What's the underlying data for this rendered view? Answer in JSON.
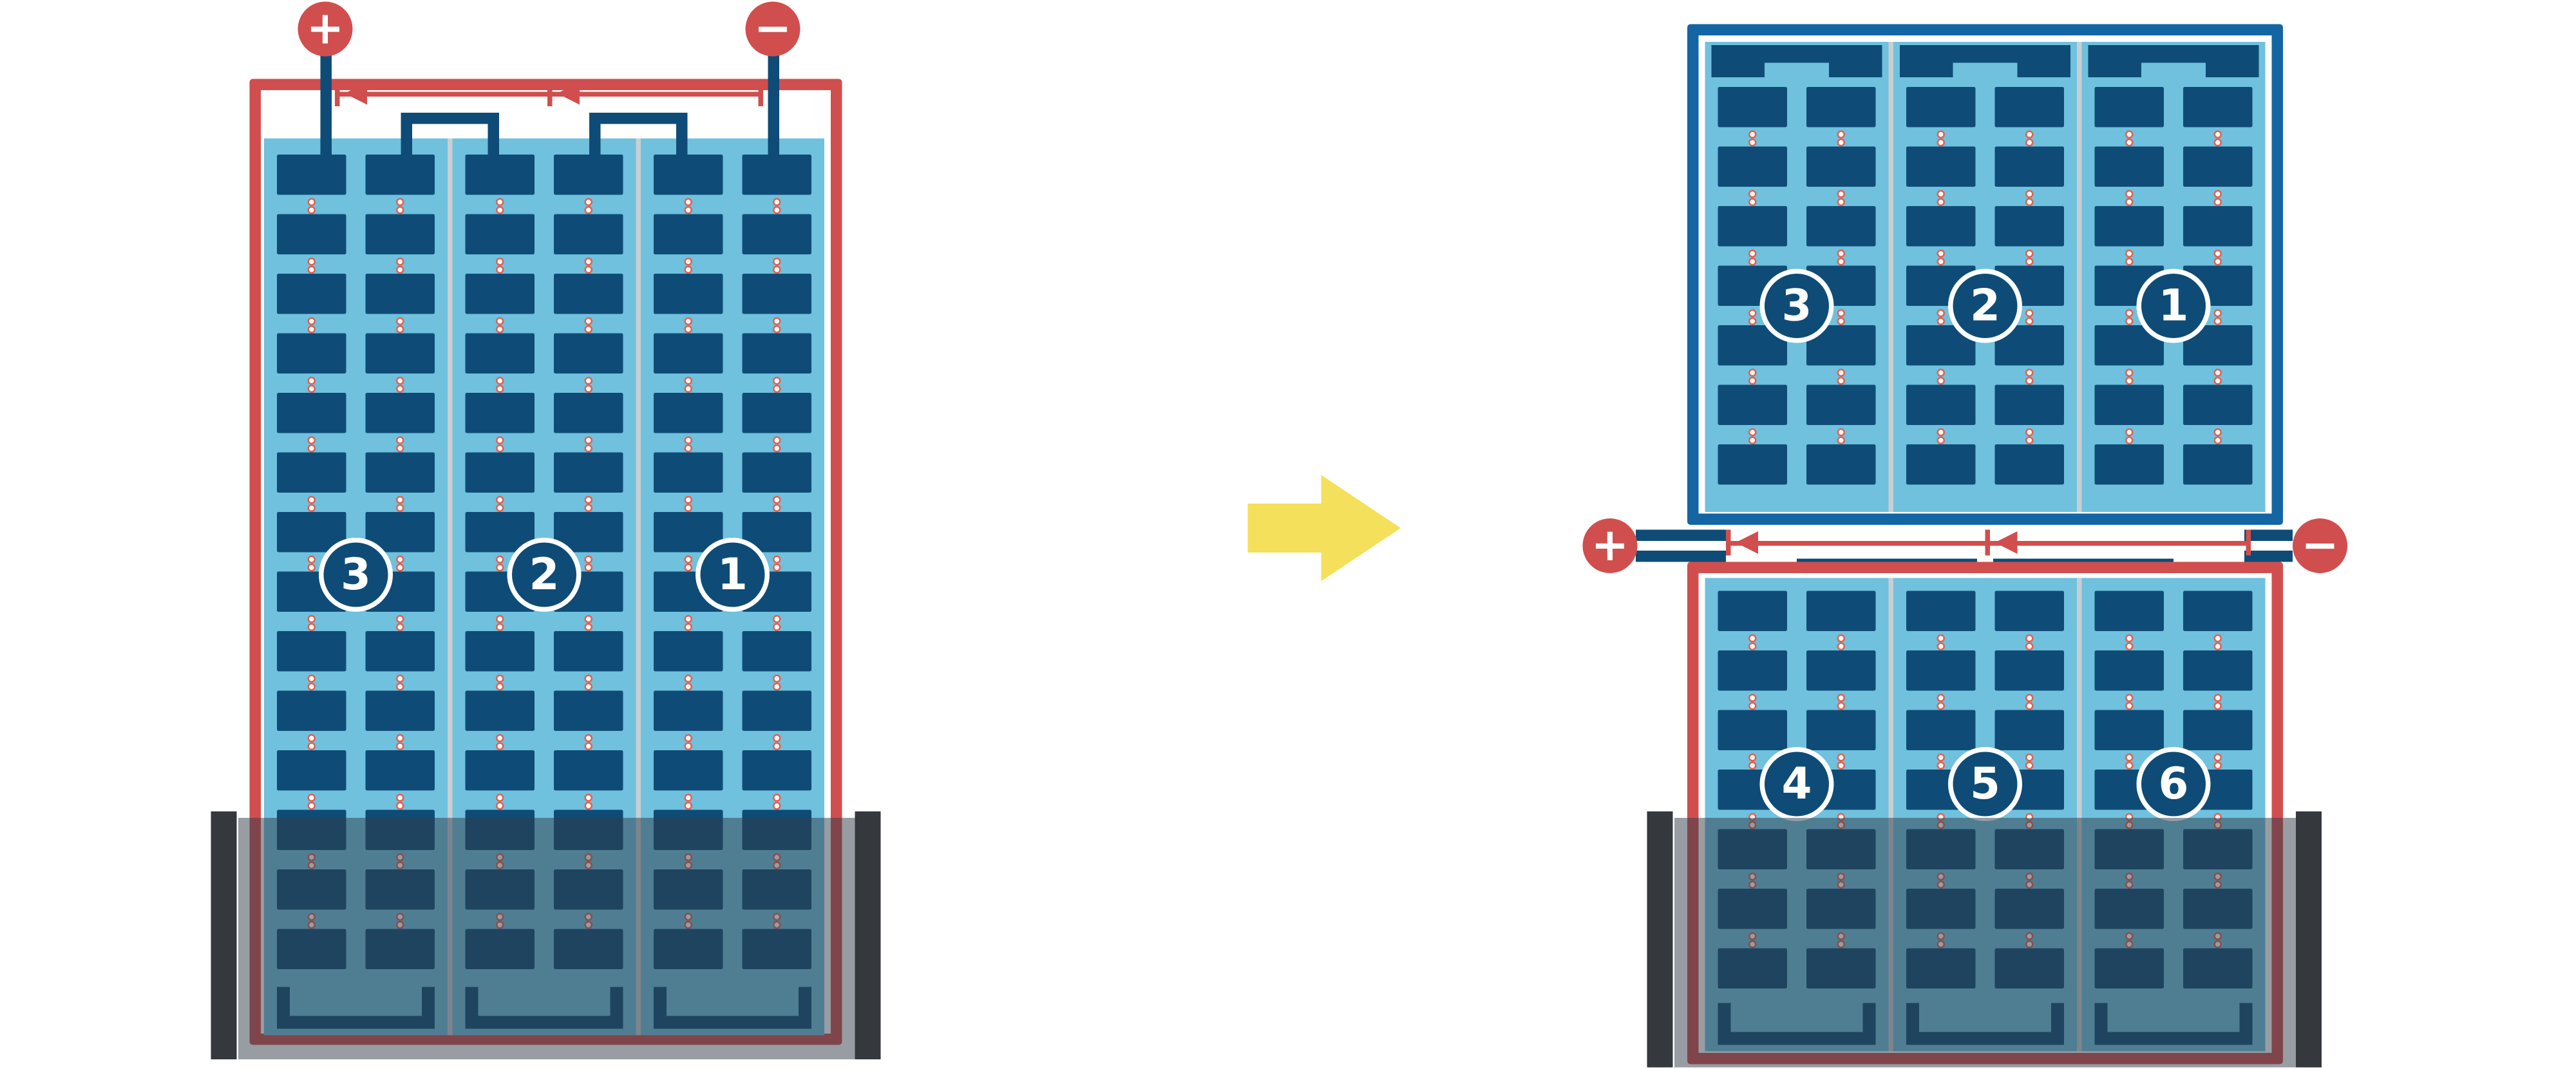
{
  "colors": {
    "red": "#D14E4E",
    "navy": "#0E4C77",
    "frame_blue": "#1465A4",
    "light_blue": "#6FC1DE",
    "yellow": "#F4E05A",
    "separator": "#C9CED3",
    "shade": "rgba(47,60,72,0.5)",
    "bar": "#35383C",
    "dot_ring": "#E0614F"
  },
  "left_array": {
    "positive": "+",
    "negative": "−",
    "panel_labels": [
      "3",
      "2",
      "1"
    ]
  },
  "transform_arrow": {
    "direction": "right"
  },
  "right_top_array": {
    "panel_labels": [
      "3",
      "2",
      "1"
    ]
  },
  "right_bottom_array": {
    "panel_labels": [
      "4",
      "5",
      "6"
    ]
  },
  "junction": {
    "positive": "+",
    "negative": "−"
  }
}
